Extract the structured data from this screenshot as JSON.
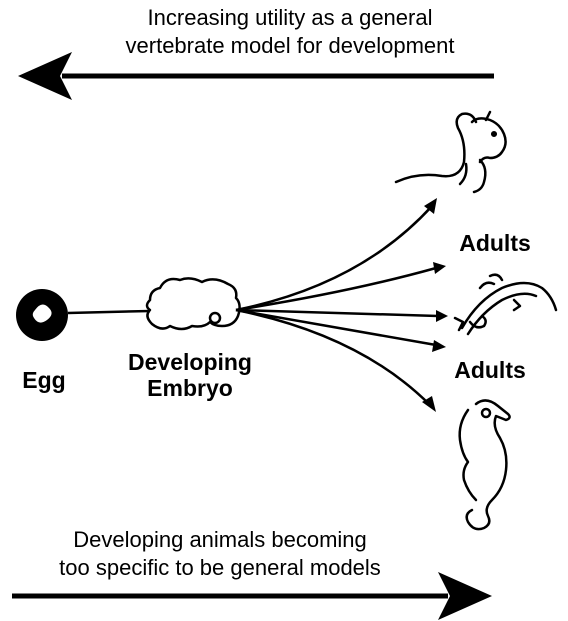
{
  "captions": {
    "top_line1": "Increasing utility as a general",
    "top_line2": "vertebrate model for development",
    "bottom_line1": "Developing animals becoming",
    "bottom_line2": "too specific to be general models"
  },
  "labels": {
    "egg": "Egg",
    "embryo_line1": "Developing",
    "embryo_line2": "Embryo",
    "adults_upper": "Adults",
    "adults_lower": "Adults"
  },
  "icons": [
    "squirrel-icon",
    "lizard-icon",
    "seahorse-icon",
    "egg-icon",
    "embryo-icon"
  ],
  "colors": {
    "ink": "#000000",
    "background": "#ffffff"
  }
}
